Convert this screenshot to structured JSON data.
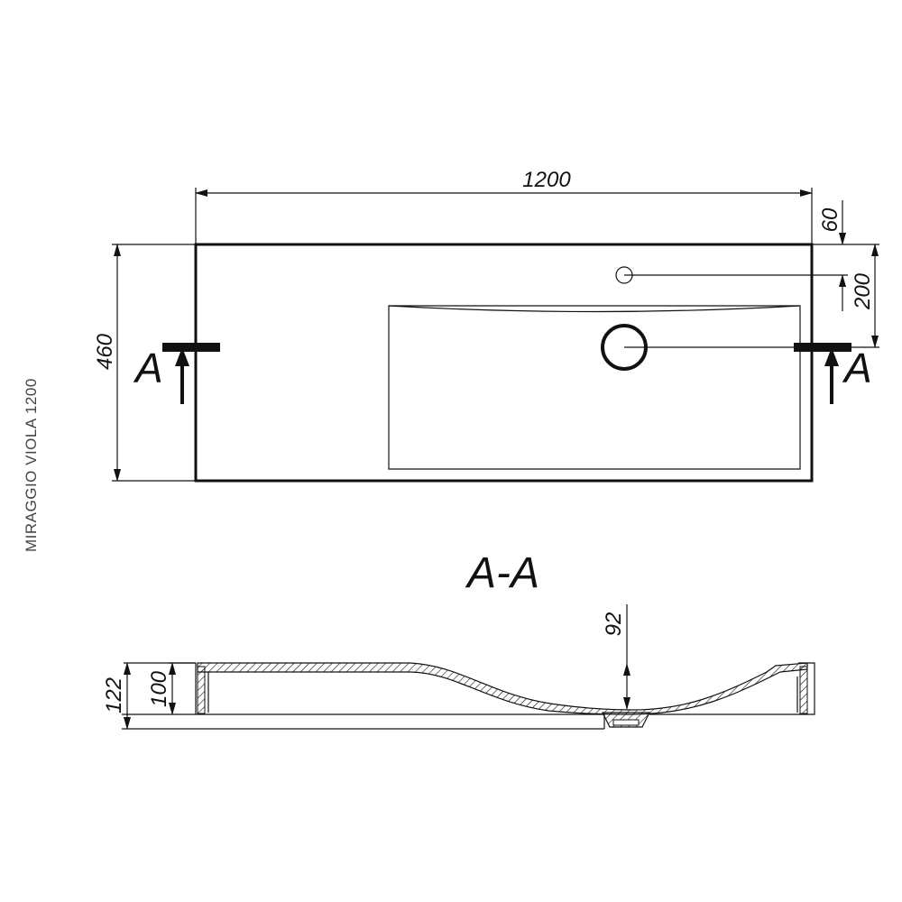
{
  "model_label": "MIRAGGIO VIOLA 1200",
  "section_title": "A-A",
  "section_marker": "A",
  "dimensions": {
    "overall_width": "1200",
    "overall_depth": "460",
    "tap_hole_offset": "60",
    "drain_offset": "200",
    "basin_depth": "92",
    "total_height": "122",
    "rim_height": "100"
  },
  "colors": {
    "line": "#111111",
    "label": "#444444"
  }
}
